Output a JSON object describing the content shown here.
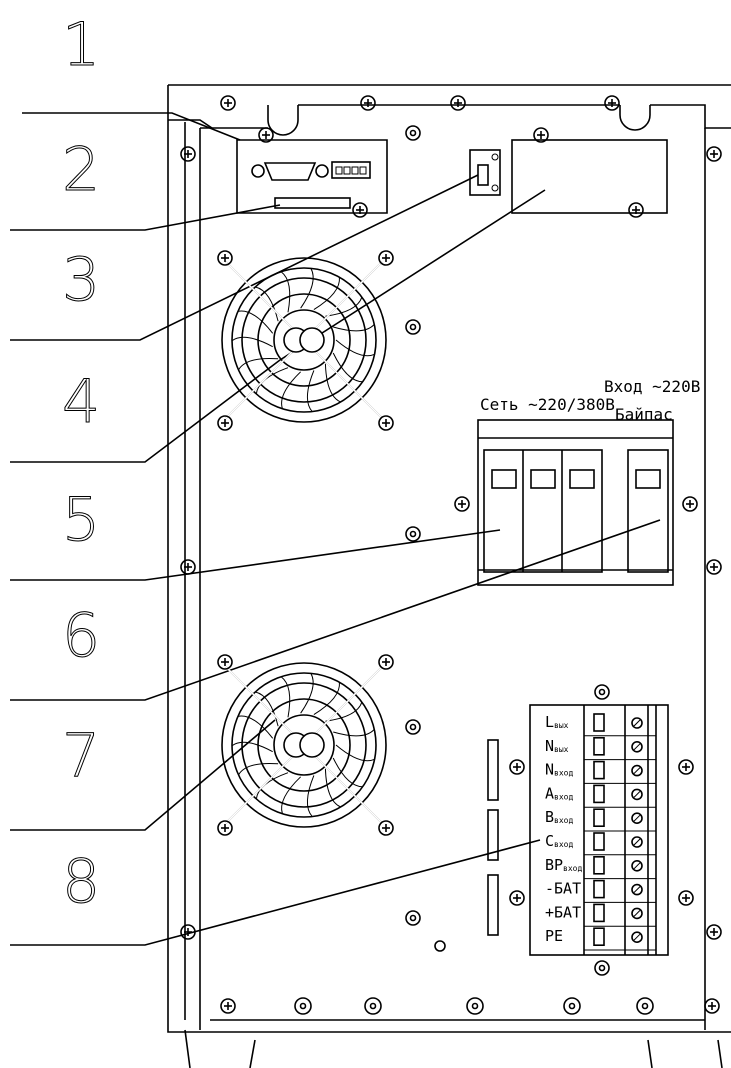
{
  "callouts": [
    "1",
    "2",
    "3",
    "4",
    "5",
    "6",
    "7",
    "8"
  ],
  "labels": {
    "mains": "Сеть ~220/380В",
    "input": "Вход ~220В",
    "bypass": "Байпас"
  },
  "terminals": [
    {
      "main": "L",
      "sub": "вых"
    },
    {
      "main": "N",
      "sub": "вых"
    },
    {
      "main": "N",
      "sub": "вход"
    },
    {
      "main": "A",
      "sub": "вход"
    },
    {
      "main": "B",
      "sub": "вход"
    },
    {
      "main": "C",
      "sub": "вход"
    },
    {
      "main": "BP",
      "sub": "вход"
    },
    {
      "main": "-БАТ",
      "sub": ""
    },
    {
      "main": "+БАТ",
      "sub": ""
    },
    {
      "main": "PE",
      "sub": ""
    }
  ],
  "icons": {
    "screw": "phillips-screw-icon",
    "fan": "fan-icon",
    "port": "db9-port-icon"
  },
  "colors": {
    "line": "#000000",
    "background": "#ffffff"
  }
}
